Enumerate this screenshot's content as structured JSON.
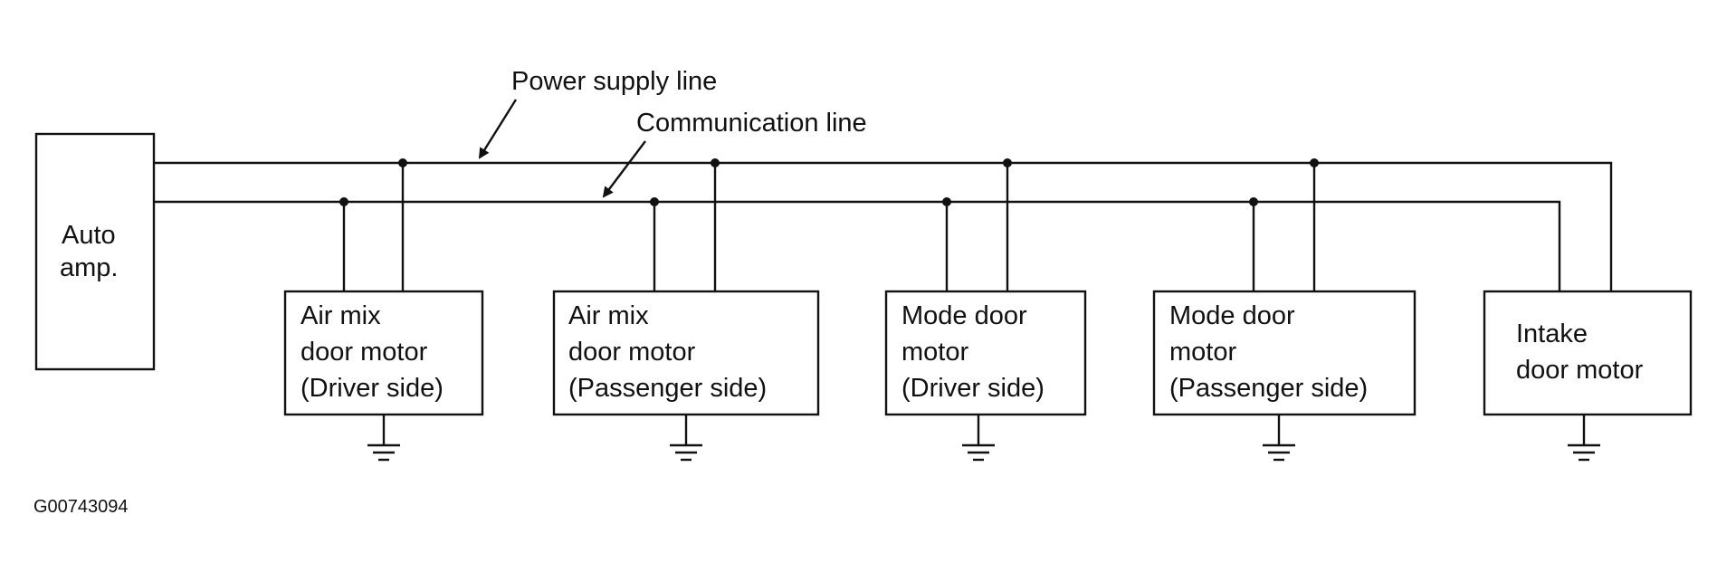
{
  "labels": {
    "power_supply_line": "Power supply line",
    "communication_line": "Communication line",
    "figure_code": "G00743094"
  },
  "auto_amp": {
    "lines": [
      "Auto",
      "amp."
    ]
  },
  "motors": [
    {
      "id": "air-mix-driver",
      "lines": [
        "Air mix",
        "door motor",
        "(Driver side)"
      ]
    },
    {
      "id": "air-mix-passenger",
      "lines": [
        "Air mix",
        "door motor",
        "(Passenger side)"
      ]
    },
    {
      "id": "mode-driver",
      "lines": [
        "Mode door",
        "motor",
        "(Driver side)"
      ]
    },
    {
      "id": "mode-passenger",
      "lines": [
        "Mode door",
        "motor",
        "(Passenger side)"
      ]
    },
    {
      "id": "intake",
      "lines": [
        "Intake",
        "door motor"
      ]
    }
  ]
}
